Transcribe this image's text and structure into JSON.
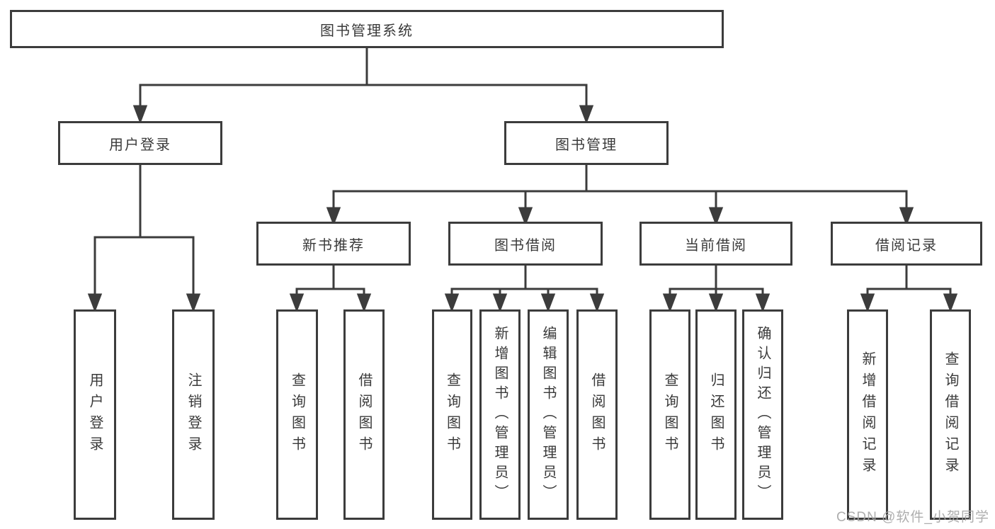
{
  "diagram": {
    "root": "图书管理系统",
    "level1": [
      "用户登录",
      "图书管理"
    ],
    "level2": [
      "新书推荐",
      "图书借阅",
      "当前借阅",
      "借阅记录"
    ],
    "leaves": {
      "user": [
        "用户登录",
        "注销登录"
      ],
      "recommend": [
        "查询图书",
        "借阅图书"
      ],
      "borrow": [
        "查询图书",
        "新增图书（管理员）",
        "编辑图书（管理员）",
        "借阅图书"
      ],
      "current": [
        "查询图书",
        "归还图书",
        "确认归还（管理员）"
      ],
      "records": [
        "新增借阅记录",
        "查询借阅记录"
      ]
    }
  },
  "watermark": "CSDN @软件_小贺同学",
  "colors": {
    "line": "#3c3c3c",
    "box_border": "#3c3c3c",
    "text": "#3a3a3a",
    "watermark": "#a5a5a5",
    "background": "#ffffff"
  }
}
